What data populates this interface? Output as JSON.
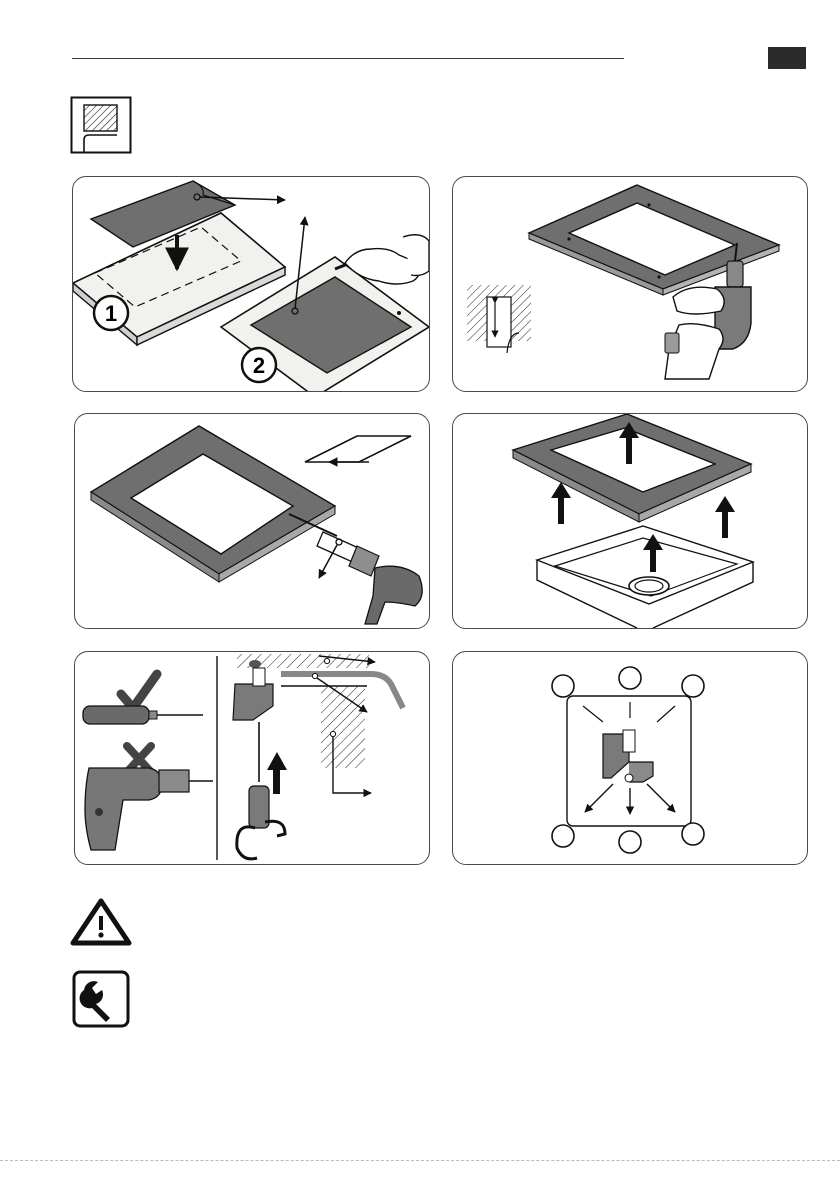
{
  "header": {
    "language_tab": ""
  },
  "panels": [
    {
      "id": "template-placement",
      "step_labels": [
        "1",
        "2"
      ]
    },
    {
      "id": "drill-holes",
      "step_labels": []
    },
    {
      "id": "apply-sealant",
      "step_labels": []
    },
    {
      "id": "insert-sink",
      "step_labels": []
    },
    {
      "id": "fix-clamps",
      "step_labels": []
    },
    {
      "id": "clamp-positions",
      "step_labels": []
    }
  ],
  "icons": {
    "intro": "countertop-cutout-icon",
    "warning": "warning-triangle-icon",
    "service": "wrench-icon"
  },
  "colors": {
    "outline": "#1a1a1a",
    "panel_grey": "#6f6f6f",
    "light_grey": "#f1f1ee",
    "dark_tab": "#2b2b2b"
  }
}
